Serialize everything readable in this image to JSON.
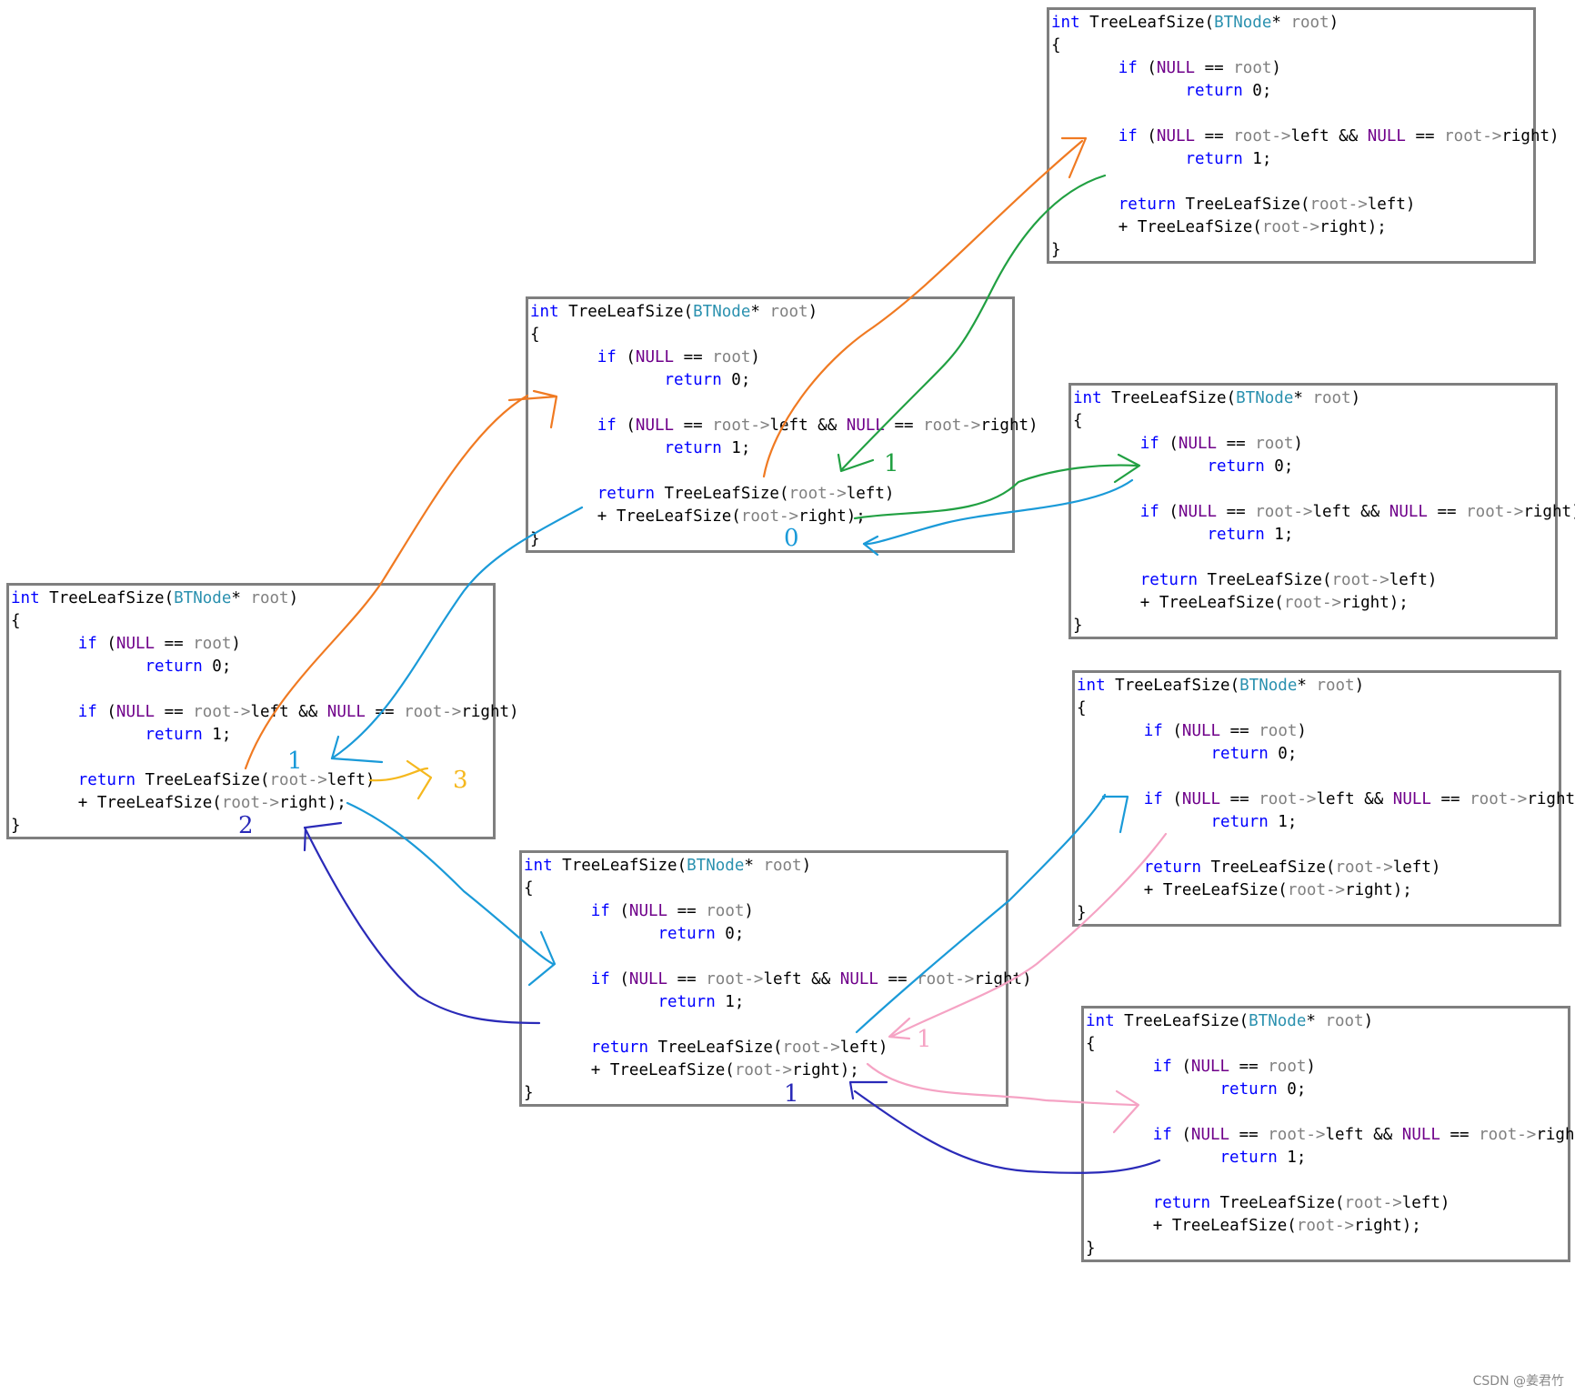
{
  "code": {
    "func_kw": "int",
    "func_name": "TreeLeafSize",
    "open_paren": "(",
    "param_type": "BTNode",
    "ptr": "*",
    "param_name": "root",
    "close_paren": ")",
    "open_brace": "{",
    "if_kw": "if",
    "null_macro": "NULL",
    "eq": "==",
    "return_kw": "return",
    "zero_stmt": "0;",
    "one_stmt": "1;",
    "left_field": "root->",
    "left_name": "left",
    "right_name": "right",
    "and_op": "&&",
    "plus": "+",
    "semi_close": ");",
    "close_brace": "}"
  },
  "labels": {
    "green_1": "1",
    "blue_0": "0",
    "blue_1": "1",
    "orange_3": "3",
    "navy_2": "2",
    "pink_1": "1",
    "navy_1": "1"
  },
  "colors": {
    "orange": "#f07a22",
    "green": "#21a042",
    "blue": "#1a9ad8",
    "navy": "#2a2ab8",
    "yellow": "#f5b81e",
    "pink": "#f5a3c4"
  },
  "watermark": "CSDN @姜君竹"
}
